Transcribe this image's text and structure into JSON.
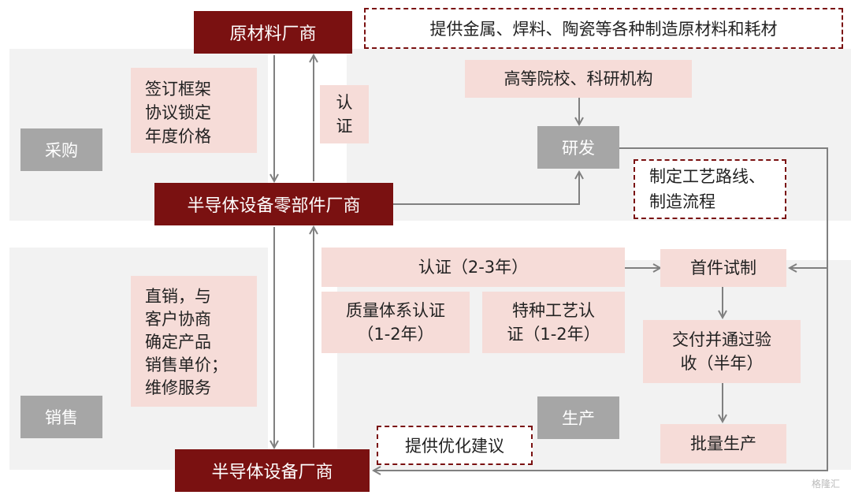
{
  "nodes": {
    "raw_supplier": "原材料厂商",
    "raw_note": "提供金属、焊料、陶瓷等各种制造原材料和耗材",
    "procurement": "采购",
    "framework_contract": "签订框架\n协议锁定\n年度价格",
    "certification_small": "认\n证",
    "universities": "高等院校、科研机构",
    "rd": "研发",
    "process_route": "制定工艺路线、\n制造流程",
    "parts_maker": "半导体设备零部件厂商",
    "sales": "销售",
    "direct_sales": "直销，与\n客户协商\n确定产品\n销售单价；\n维修服务",
    "cert_period": "认证（2-3年）",
    "quality_cert": "质量体系认证\n（1-2年）",
    "special_cert": "特种工艺认\n证（1-2年）",
    "first_trial": "首件试制",
    "delivery": "交付并通过验\n收（半年）",
    "production": "生产",
    "mass_production": "批量生产",
    "optimize_advice": "提供优化建议",
    "equipment_maker": "半导体设备厂商"
  },
  "watermark": "格隆汇",
  "colors": {
    "dark_red": "#7a1111",
    "pink": "#f6dcd8",
    "gray_box": "#a6a6a6",
    "panel": "#f2f2f2",
    "arrow": "#808080"
  }
}
